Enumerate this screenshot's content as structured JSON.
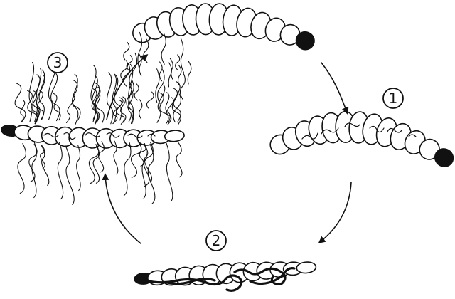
{
  "steps": [
    {
      "label": "1"
    },
    {
      "label": "2"
    },
    {
      "label": "3"
    }
  ],
  "icons": {
    "larva": "segmented-larva-icon",
    "parasite": "worm-parasite-icon",
    "arrow": "curved-arrow-icon"
  },
  "colors": {
    "ink": "#111111",
    "background": "#ffffff"
  }
}
